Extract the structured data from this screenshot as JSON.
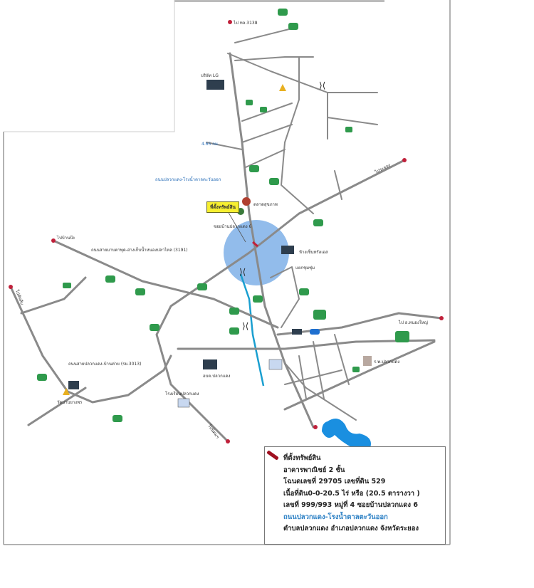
{
  "map": {
    "site_label": "ที่ตั้งทรัพย์สิน",
    "labels": {
      "north_road": "ไป ทล.3138",
      "lg_company": "บริษัท LG",
      "market": "ตลาดสุขภาพ",
      "pluak_daeng_road": "ถนนปลวกแดง-โรงน้ำตาลตะวันออก",
      "soi6": "ซอยบ้านปลวกแดง 6",
      "mall": "ห้างเซ็นทรัลเอส",
      "intersection": "แยกชุมชุ่ม",
      "hospital": "ร.พ.ปลวกแดง",
      "school": "โรงเรียนปลวกแดง",
      "district": "อบต.ปลวกแดง",
      "temple": "วัดมาบยางพร",
      "route_3191": "ถนนสายมาบตาพุด-อ่างเก็บน้ำหนองปลาไหล (3191)",
      "route_3013": "ถนนสายปลวกแดง-บ้านค่าย (รย.3013)",
      "to_chonburi": "ไปบ้านบึง",
      "to_sattahip": "ไปสัตหีบ",
      "to_rayong": "ไประยอง",
      "to_east": "ไป อ.หนองใหญ่",
      "to_south": "ไปนิคมฯ",
      "distance": "4.65 กม."
    }
  },
  "legend": {
    "title": "ที่ตั้งทรัพย์สิน",
    "line1": "อาคารพาณิชย์ 2 ชั้น",
    "line2": "โฉนดเลขที่ 29705 เลขที่ดิน 529",
    "line3": "เนื้อที่ดิน0-0-20.5 ไร่ หรือ (20.5 ตารางวา )",
    "line4": "เลขที่ 999/993 หมู่ที่ 4 ซอยบ้านปลวกแดง 6",
    "line5": "ถนนปลวกแดง-โรงน้ำตาลตะวันออก",
    "line6": "ตำบลปลวกแดง อำเภอปลวกแดง จังหวัดระยอง"
  },
  "colors": {
    "road": "#8a8a8a",
    "circle": "#7fb0e8",
    "water": "#1a8fe0",
    "marker": "#c0203a",
    "pin": "#f7ef30"
  }
}
